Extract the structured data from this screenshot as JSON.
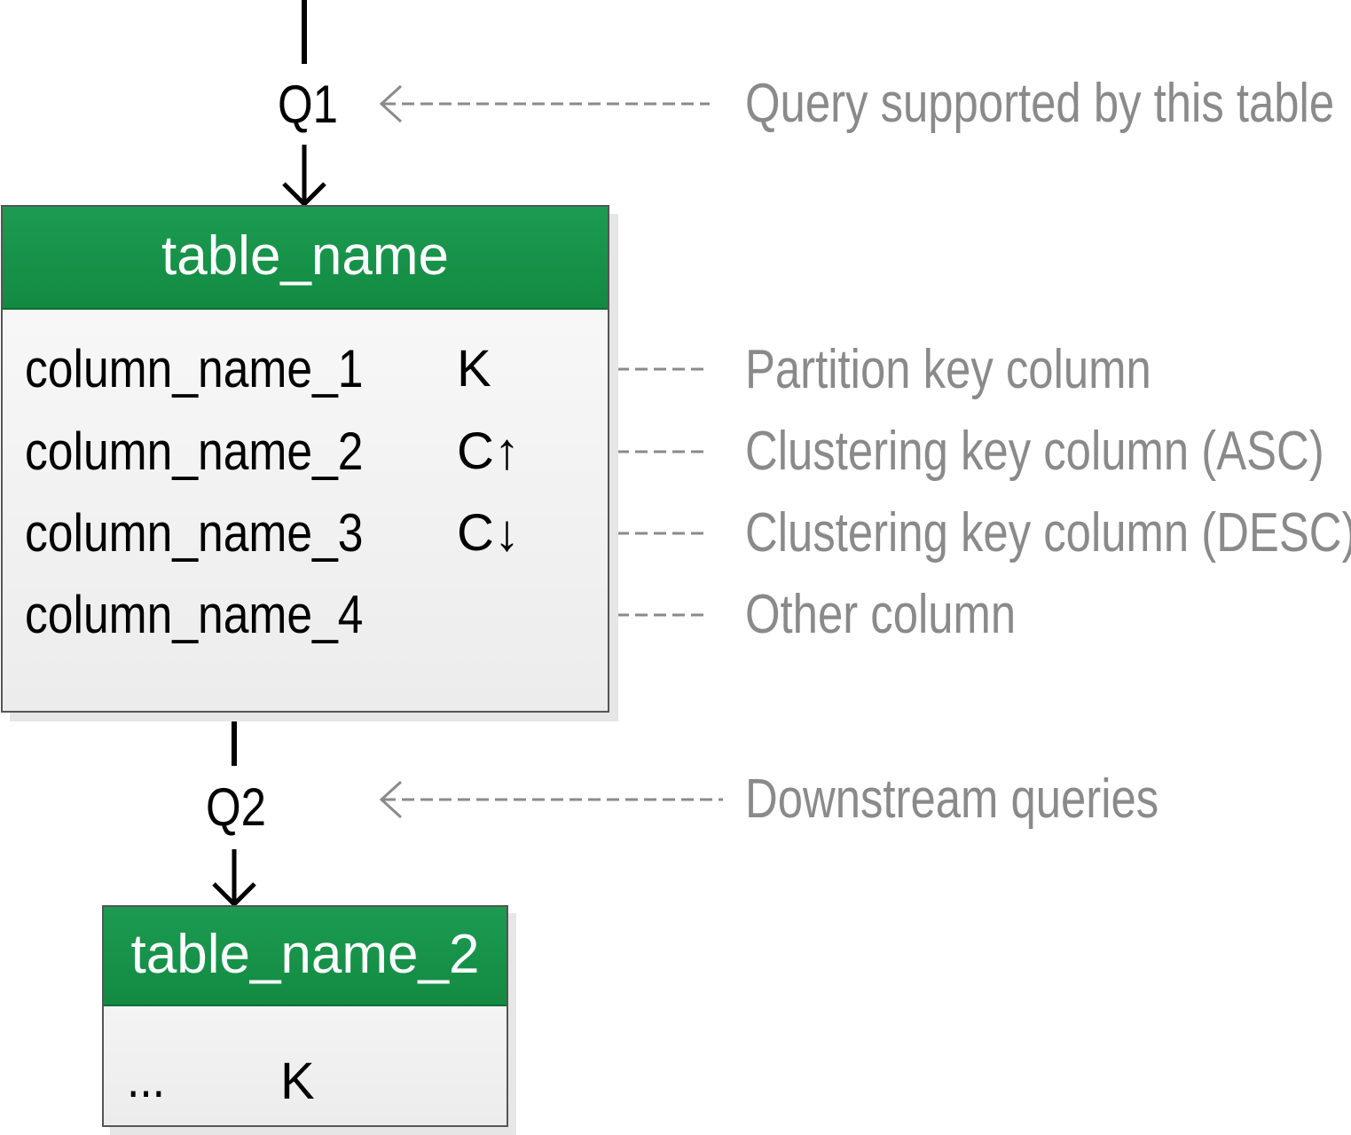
{
  "queries": {
    "q1": "Q1",
    "q2": "Q2"
  },
  "tables": [
    {
      "name": "table_name",
      "columns": [
        {
          "name": "column_name_1",
          "key": "K"
        },
        {
          "name": "column_name_2",
          "key": "C↑"
        },
        {
          "name": "column_name_3",
          "key": "C↓"
        },
        {
          "name": "column_name_4",
          "key": ""
        }
      ]
    },
    {
      "name": "table_name_2",
      "columns": [
        {
          "name": "...",
          "key": "K"
        }
      ]
    }
  ],
  "callouts": {
    "query": "Query supported by this table",
    "partition_key": "Partition key column",
    "clustering_asc": "Clustering key column (ASC)",
    "clustering_desc": "Clustering key column (DESC)",
    "other": "Other column",
    "downstream": "Downstream queries"
  },
  "colors": {
    "header_green": "#138a42",
    "callout_gray": "#8a8a8a",
    "line_black": "#000000"
  }
}
